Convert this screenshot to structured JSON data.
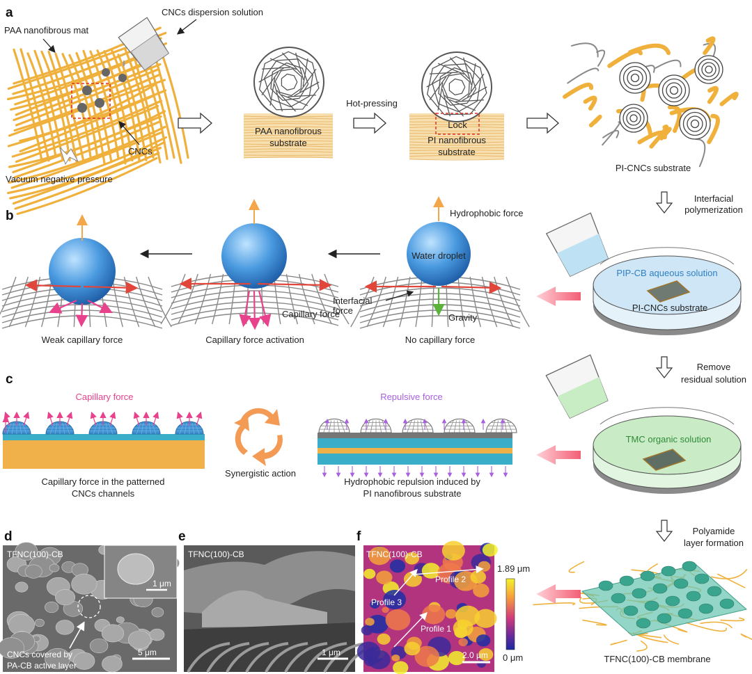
{
  "panels": {
    "a": "a",
    "b": "b",
    "c": "c",
    "d": "d",
    "e": "e",
    "f": "f"
  },
  "a": {
    "paa_mat": "PAA nanofibrous mat",
    "cncs_dispersion": "CNCs dispersion solution",
    "cncs": "CNCs",
    "vacuum": "Vacuum negative pressure",
    "paa_substrate_1": "PAA nanofibrous",
    "paa_substrate_2": "substrate",
    "hot_pressing": "Hot-pressing",
    "lock": "Lock",
    "pi_substrate_1": "PI nanofibrous",
    "pi_substrate_2": "substrate",
    "pi_cncs": "PI-CNCs substrate"
  },
  "b": {
    "hydrophobic_force": "Hydrophobic force",
    "water_droplet": "Water droplet",
    "interfacial_force_1": "Interfacial",
    "interfacial_force_2": "force",
    "gravity": "Gravity",
    "capillary_force": "Capillary force",
    "weak": "Weak capillary force",
    "activation": "Capillary force activation",
    "none": "No capillary force"
  },
  "right": {
    "interfacial_poly_1": "Interfacial",
    "interfacial_poly_2": "polymerization",
    "pip_solution": "PIP-CB aqueous solution",
    "pi_cncs_sub": "PI-CNCs substrate",
    "remove_1": "Remove",
    "remove_2": "residual solution",
    "tmc_solution": "TMC organic solution",
    "polyamide_1": "Polyamide",
    "polyamide_2": "layer formation",
    "membrane": "TFNC(100)-CB membrane"
  },
  "c": {
    "capillary_force": "Capillary force",
    "caption_1": "Capillary force in the patterned",
    "caption_2": "CNCs channels",
    "synergistic": "Synergistic action",
    "repulsive_force": "Repulsive force",
    "caption_r1": "Hydrophobic repulsion induced by",
    "caption_r2": "PI nanofibrous substrate"
  },
  "d": {
    "title": "TFNC(100)-CB",
    "inset_scale": "1 μm",
    "scale": "5 μm",
    "caption_1": "CNCs covered by",
    "caption_2": "PA-CB active layer"
  },
  "e": {
    "title": "TFNC(100)-CB",
    "scale": "1 μm"
  },
  "f": {
    "title": "TFNC(100)-CB",
    "profile1": "Profile 1",
    "profile2": "Profile 2",
    "profile3": "Profile 3",
    "cbar_max": "1.89 μm",
    "cbar_min": "0 μm",
    "scale": "2.0 μm"
  },
  "colors": {
    "fiber": "#f0b03c",
    "cnc": "#5a5a5a",
    "droplet": "#3f8fd6",
    "pink": "#e8428c",
    "red": "#e2453a",
    "orange": "#f39a55",
    "purple": "#a95fe0",
    "teal": "#3aaec8",
    "cyan_text": "#2e7fc4",
    "green_text": "#2f8a3a"
  }
}
